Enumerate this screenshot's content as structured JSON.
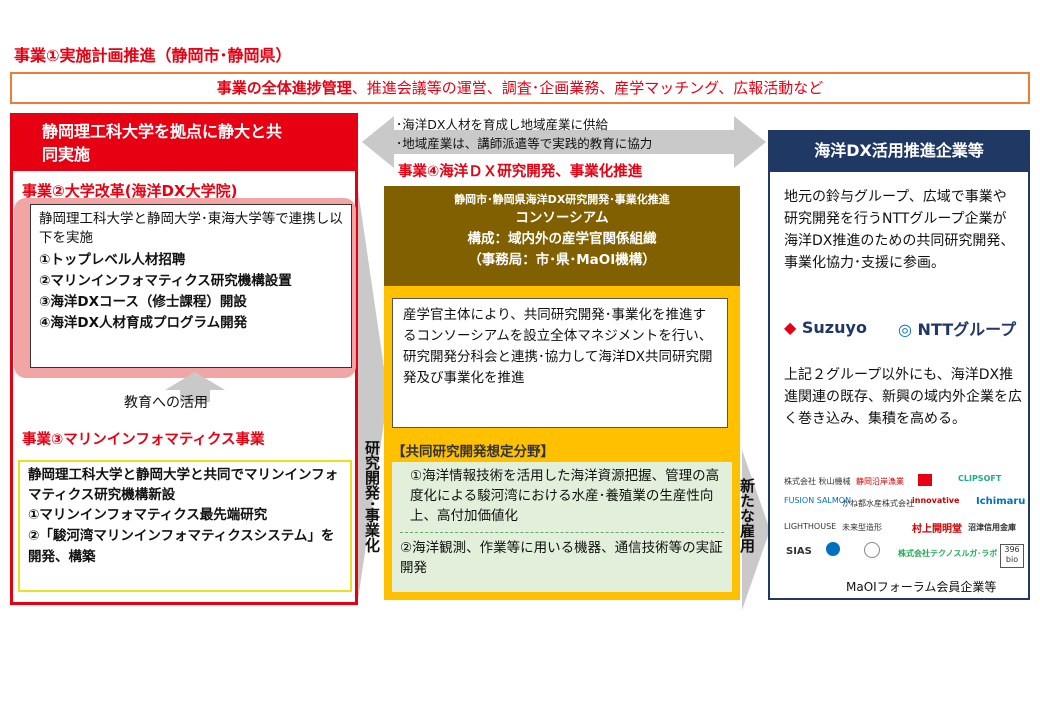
{
  "colors": {
    "red": "#e60012",
    "brown": "#806000",
    "orange_box": "#ed7d31",
    "navy": "#1f3864",
    "gold": "#ffc000",
    "green_bg": "#e2efda",
    "grey_arrow": "#c9c9c9",
    "pink_bg": "#f2a5a5"
  },
  "page_title": "事業①実施計画推進（静岡市･静岡県）",
  "top_banner": {
    "bold": "事業の全体進捗管理",
    "rest": "、推進会議等の運営、調査･企画業務、産学マッチング、広報活動など"
  },
  "left": {
    "header": "静岡理工科大学を拠点に静大と共同実施",
    "reform_title": "事業②大学改革(海洋DX大学院)",
    "reform_intro": "静岡理工科大学と静岡大学･東海大学等で連携し以下を実施",
    "reform_items": [
      "①トップレベル人材招聘",
      "②マリンインフォマティクス研究機構設置",
      "③海洋DXコース（修士課程）開設",
      "④海洋DX人材育成プログラム開発"
    ],
    "edu_label": "教育への活用",
    "marine_title": "事業③マリンインフォマティクス事業",
    "marine_intro": "静岡理工科大学と静岡大学と共同でマリンインフォマティクス研究機構新設",
    "marine_items": [
      "①マリンインフォマティクス最先端研究",
      "②「駿河湾マリンインフォマティクスシステム」を開発、構築"
    ]
  },
  "arrow_notes": [
    "･海洋DX人材を育成し地域産業に供給",
    "･地域産業は、講師派遣等で実践的教育に協力"
  ],
  "middle": {
    "title": "事業④海洋ＤＸ研究開発、事業化推進",
    "consortium": [
      "静岡市･静岡県海洋DX研究開発･事業化推進",
      "コンソーシアム",
      "構成：域内外の産学官関係組織",
      "（事務局：市･県･MaOI機構）"
    ],
    "body": "産学官主体により、共同研究開発･事業化を推進するコンソーシアムを設立全体マネジメントを行い、研究開発分科会と連携･協力して海洋DX共同研究開発及び事業化を推進",
    "fields_title": "【共同研究開発想定分野】",
    "field1": "①海洋情報技術を活用した海洋資源把握、管理の高度化による駿河湾における水産･養殖業の生産性向上、高付加価値化",
    "field2": "②海洋観測、作業等に用いる機器、通信技術等の実証開発"
  },
  "left_vertical": "研究開発･事業化",
  "right_vertical": "新たな雇用",
  "right": {
    "header": "海洋DX活用推進企業等",
    "para1": "地元の鈴与グループ、広域で事業や研究開発を行うNTTグループ企業が海洋DX推進のための共同研究開発、事業化協力･支援に参画。",
    "logo1": "Suzuyo",
    "logo2": "NTTグループ",
    "para2": "上記２グループ以外にも、海洋DX推進関連の既存、新興の域内外企業を広く巻き込み、集積を高める。",
    "logos": [
      "株式会社 秋山機械",
      "静岡沿岸漁業",
      "",
      "CLIPSOFT",
      "FUSION SALMON",
      "かね都水産株式会社",
      "innovative",
      "Ichimaru",
      "LIGHTHOUSE",
      "未来型造形",
      "村上開明堂",
      "沼津信用金庫",
      "SIAS",
      "",
      "",
      "株式会社テクノスルガ･ラボ",
      "396 bio"
    ],
    "footer": "MaOIフォーラム会員企業等"
  }
}
